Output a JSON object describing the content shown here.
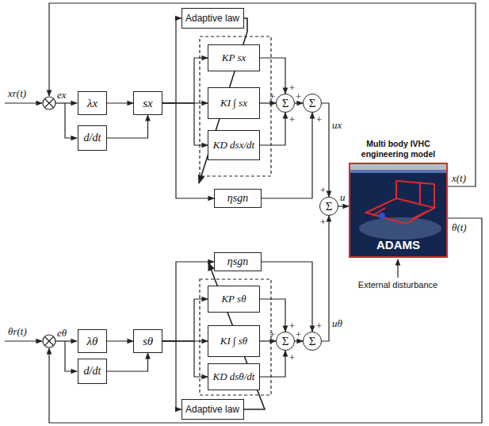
{
  "diagram": {
    "nodes": [
      {
        "text": [
          "λx"
        ]
      },
      {
        "text": [
          "d/dt"
        ]
      },
      {
        "text": [
          "sx"
        ]
      },
      {
        "text": [
          "Adaptive law"
        ]
      },
      {
        "text": [
          "KP sx"
        ]
      },
      {
        "text": [
          "KI ∫ sx"
        ]
      },
      {
        "text": [
          "KD dsx/dt"
        ]
      },
      {
        "text": [
          "Σ"
        ]
      },
      {
        "text": [
          "Σ"
        ]
      },
      {
        "text": [
          "ηsgn"
        ]
      },
      {
        "text": [
          "Σ"
        ]
      },
      {
        "text": [
          "Multi body IVHC engineering model",
          "ADAMS"
        ]
      },
      {
        "text": [
          "λθ"
        ]
      },
      {
        "text": [
          "d/dt"
        ]
      },
      {
        "text": [
          "sθ"
        ]
      },
      {
        "text": [
          "ηsgn"
        ]
      },
      {
        "text": [
          "KP sθ"
        ]
      },
      {
        "text": [
          "KI ∫ sθ"
        ]
      },
      {
        "text": [
          "KD dsθ/dt"
        ]
      },
      {
        "text": [
          "Σ"
        ]
      },
      {
        "text": [
          "Σ"
        ]
      },
      {
        "text": [
          "Adaptive law"
        ]
      }
    ],
    "edges": [
      {
        "from": 0,
        "to": 2,
        "arrow": "to"
      },
      {
        "from": 1,
        "to": 2,
        "arrow": "to"
      },
      {
        "from": 2,
        "to": 3,
        "arrow": "to"
      },
      {
        "from": 2,
        "to": 4,
        "arrow": "to"
      },
      {
        "from": 2,
        "to": 5,
        "arrow": "to"
      },
      {
        "from": 2,
        "to": 6,
        "arrow": "to"
      },
      {
        "from": 2,
        "to": 9,
        "arrow": "to"
      },
      {
        "from": 4,
        "to": 7,
        "arrow": "to"
      },
      {
        "from": 5,
        "to": 7,
        "arrow": "to"
      },
      {
        "from": 6,
        "to": 7,
        "arrow": "to"
      },
      {
        "from": 7,
        "to": 8,
        "arrow": "to"
      },
      {
        "from": 9,
        "to": 8,
        "arrow": "to"
      },
      {
        "from": 8,
        "to": 10,
        "arrow": "to"
      },
      {
        "from": 10,
        "to": 11,
        "arrow": "to"
      },
      {
        "from": 12,
        "to": 14,
        "arrow": "to"
      },
      {
        "from": 13,
        "to": 14,
        "arrow": "to"
      },
      {
        "from": 14,
        "to": 21,
        "arrow": "to"
      },
      {
        "from": 14,
        "to": 16,
        "arrow": "to"
      },
      {
        "from": 14,
        "to": 17,
        "arrow": "to"
      },
      {
        "from": 14,
        "to": 18,
        "arrow": "to"
      },
      {
        "from": 14,
        "to": 15,
        "arrow": "to"
      },
      {
        "from": 16,
        "to": 19,
        "arrow": "to"
      },
      {
        "from": 17,
        "to": 19,
        "arrow": "to"
      },
      {
        "from": 18,
        "to": 19,
        "arrow": "to"
      },
      {
        "from": 19,
        "to": 20,
        "arrow": "to"
      },
      {
        "from": 15,
        "to": 20,
        "arrow": "to"
      },
      {
        "from": 20,
        "to": 10,
        "arrow": "to"
      }
    ],
    "labels": [
      "xr(t)",
      "ex",
      "+",
      "+",
      "+",
      "+",
      "+",
      "ux",
      "+",
      "u",
      "x(t)",
      "θ(t)",
      "External disturbance",
      "+",
      "θr(t)",
      "eθ",
      "+",
      "+",
      "+",
      "+",
      "+",
      "uθ"
    ]
  }
}
